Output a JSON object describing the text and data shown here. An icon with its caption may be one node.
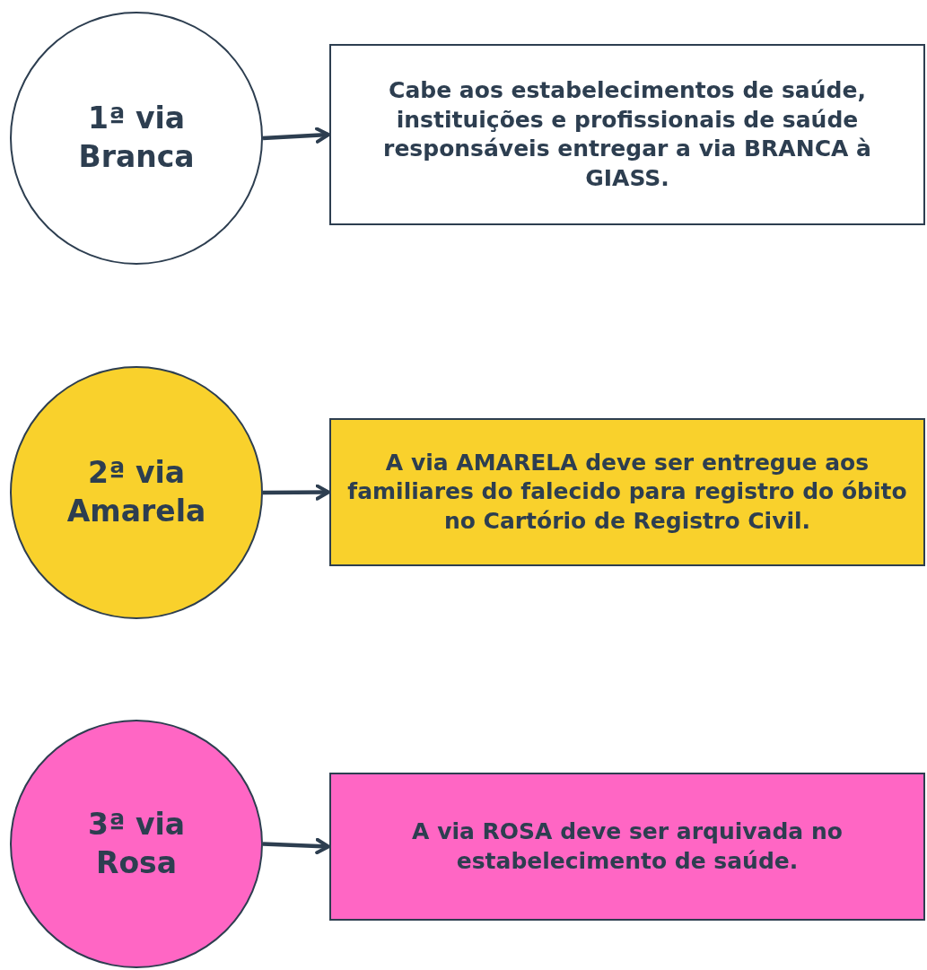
{
  "diagram": {
    "nodes": [
      {
        "text": [
          "1ª via Branca"
        ]
      },
      {
        "text": [
          "Cabe aos estabelecimentos de saúde, instituições e profissionais de saúde responsáveis entregar a via BRANCA à GIASS."
        ]
      },
      {
        "text": [
          "2ª via Amarela"
        ]
      },
      {
        "text": [
          "A via AMARELA deve ser entregue aos familiares do falecido para registro do óbito no Cartório de Registro Civil."
        ]
      },
      {
        "text": [
          "3ª via Rosa"
        ]
      },
      {
        "text": [
          "A via ROSA deve ser arquivada no estabelecimento de saúde."
        ]
      }
    ],
    "edges": [
      {
        "from": 0,
        "to": 1,
        "arrow": "to"
      },
      {
        "from": 2,
        "to": 3,
        "arrow": "to"
      },
      {
        "from": 4,
        "to": 5,
        "arrow": "to"
      }
    ]
  }
}
